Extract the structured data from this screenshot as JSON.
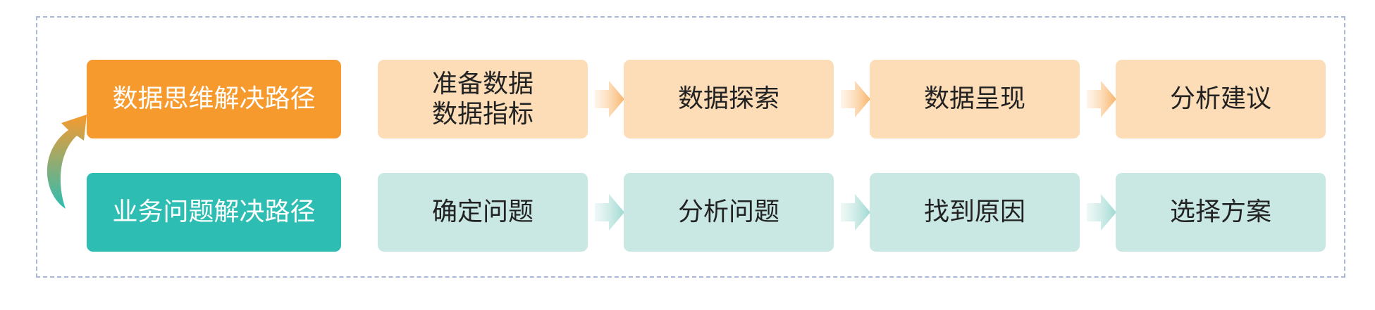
{
  "data_path": {
    "title": "数据思维解决路径",
    "steps": [
      "准备数据\n数据指标",
      "数据探索",
      "数据呈现",
      "分析建议"
    ]
  },
  "business_path": {
    "title": "业务问题解决路径",
    "steps": [
      "确定问题",
      "分析问题",
      "找到原因",
      "选择方案"
    ]
  },
  "colors": {
    "orange_head": "#f79a2e",
    "orange_step": "#fcddb8",
    "teal_head": "#2dbdb2",
    "teal_step": "#c9e8e3",
    "frame_border": "#a9b8d6"
  }
}
